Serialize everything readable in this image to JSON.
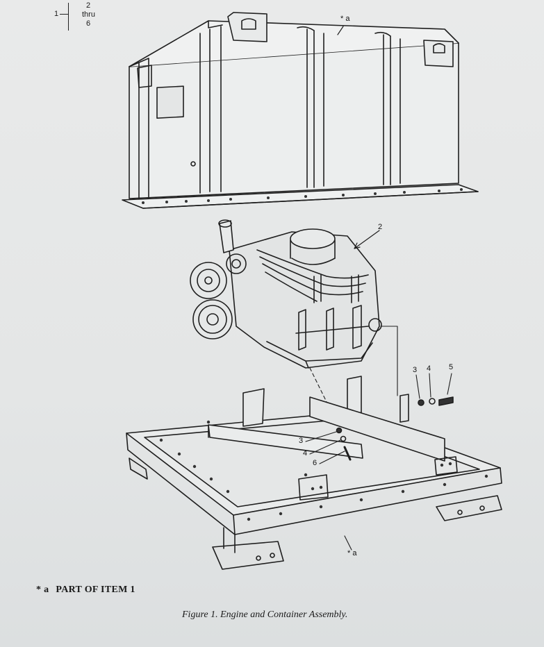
{
  "tree": {
    "root": "1",
    "children": [
      "2",
      "thru",
      "6"
    ]
  },
  "callouts": {
    "top_a": "* a",
    "bottom_a": "* a",
    "engine": "2",
    "right_3": "3",
    "right_4": "4",
    "right_5": "5",
    "left_3": "3",
    "left_4": "4",
    "left_6": "6"
  },
  "legend": {
    "mark": "* a",
    "text": "PART OF ITEM 1"
  },
  "caption": "Figure 1.  Engine and Container Assembly.",
  "colors": {
    "paper": "#e6e8e8",
    "ink": "#1a1a1a"
  }
}
